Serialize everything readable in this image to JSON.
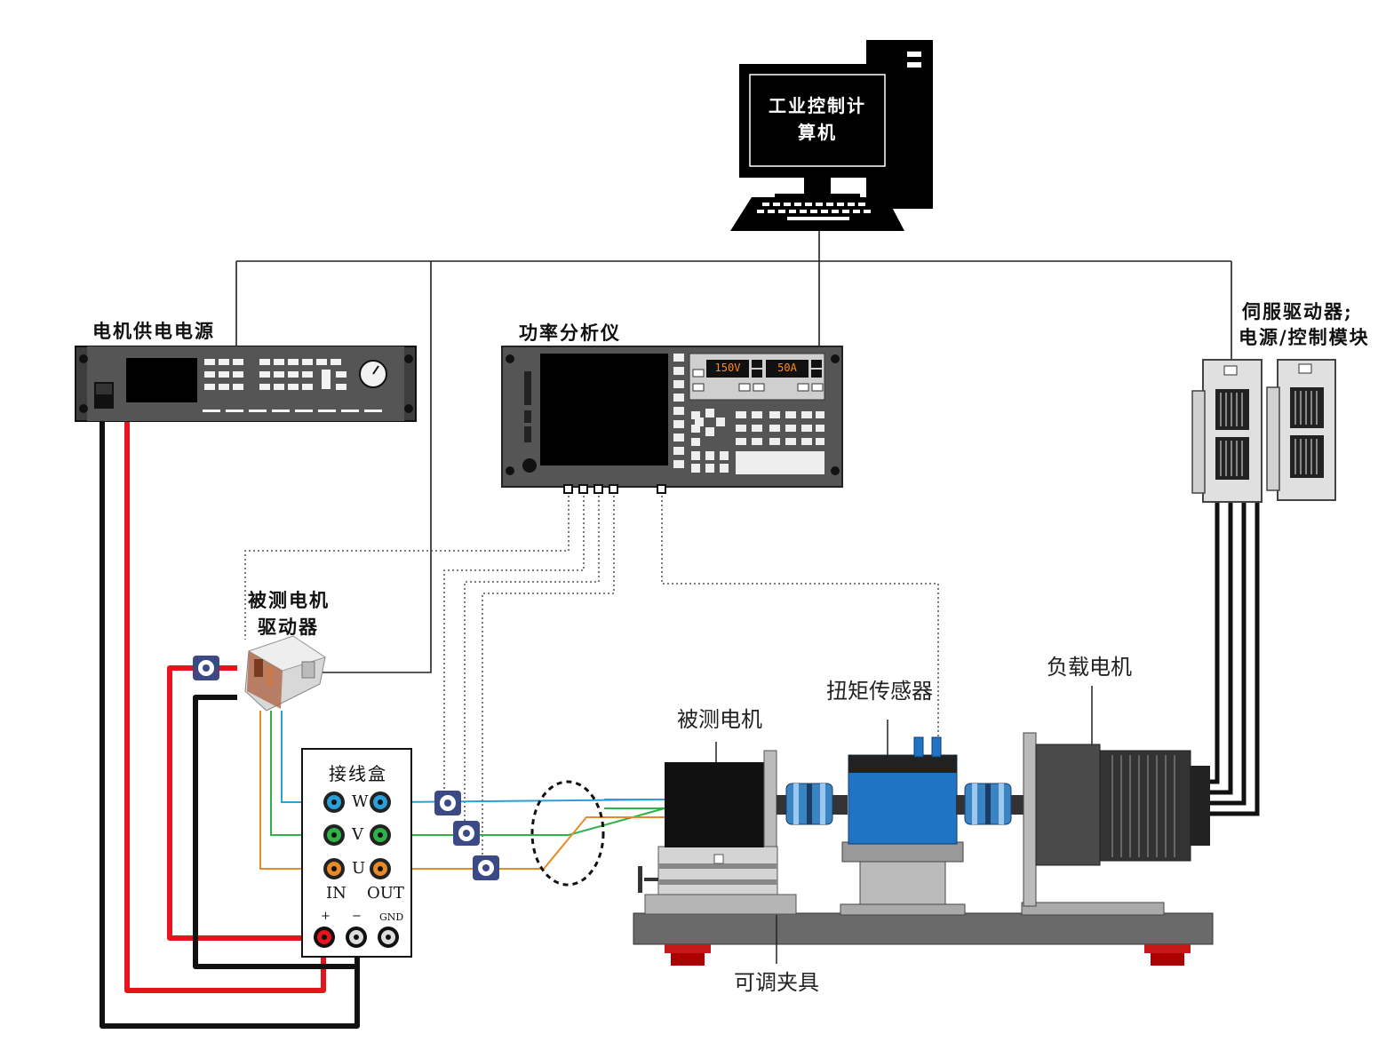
{
  "labels": {
    "pc_line1": "工业控制计",
    "pc_line2": "算机",
    "power_supply": "电机供电电源",
    "power_analyzer": "功率分析仪",
    "servo_line1": "伺服驱动器;",
    "servo_line2": "电源/控制模块",
    "dut_driver_line1": "被测电机",
    "dut_driver_line2": "驱动器",
    "junction_box": "接线盒",
    "dut_motor": "被测电机",
    "torque_sensor": "扭矩传感器",
    "load_motor": "负载电机",
    "fixture": "可调夹具"
  },
  "analyzer_display": {
    "voltage": "150V",
    "current": "50A"
  },
  "junction_box": {
    "phases": [
      "W",
      "V",
      "U"
    ],
    "in_label": "IN",
    "out_label": "OUT",
    "plus": "+",
    "minus": "−",
    "gnd": "GND"
  },
  "colors": {
    "cable_red": "#e8141c",
    "cable_black": "#111111",
    "phase_w": "#2a9fd8",
    "phase_v": "#2eb24a",
    "phase_u": "#e8892a",
    "torque_blue": "#1f74c4"
  }
}
